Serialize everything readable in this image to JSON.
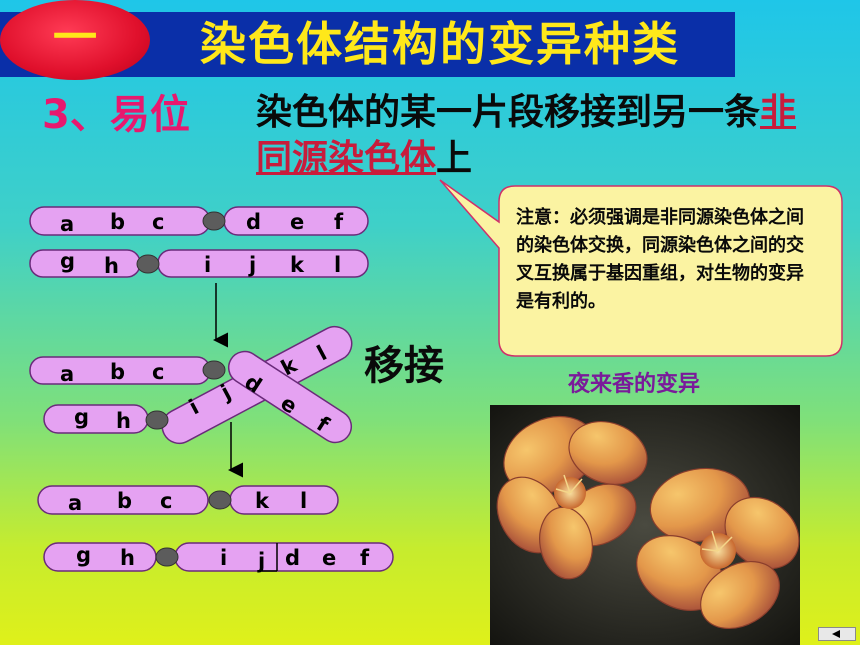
{
  "header": {
    "section_number": "一",
    "title": "染色体结构的变异种类"
  },
  "item": {
    "label": "3、易位"
  },
  "definition": {
    "text_before": "染色体的某一片段移接到另一条",
    "highlight": "非同源染色体",
    "text_after": "上"
  },
  "callout": {
    "text": "注意：必须强调是非同源染色体之间的染色体交换，同源染色体之间的交叉互换属于基因重组，对生物的变异是有利的。"
  },
  "action_label": "移接",
  "photo_caption": "夜来香的变异",
  "stage1": {
    "chrom1_left": [
      "a",
      "b",
      "c"
    ],
    "chrom1_right": [
      "d",
      "e",
      "f"
    ],
    "chrom2_left": [
      "g",
      "h"
    ],
    "chrom2_right": [
      "i",
      "j",
      "k",
      "l"
    ]
  },
  "stage2": {
    "chrom1_left": [
      "a",
      "b",
      "c"
    ],
    "cross_a": [
      "i",
      "j",
      "k",
      "l"
    ],
    "cross_b": [
      "d",
      "e",
      "f"
    ],
    "chrom2_left": [
      "g",
      "h"
    ]
  },
  "stage3": {
    "chrom1_left": [
      "a",
      "b",
      "c"
    ],
    "chrom1_right": [
      "k",
      "l"
    ],
    "chrom2_left": [
      "g",
      "h"
    ],
    "chrom2_right_a": [
      "i",
      "j"
    ],
    "chrom2_right_b": [
      "d",
      "e",
      "f"
    ]
  },
  "colors": {
    "header_bar": "#0a2fa8",
    "title": "#ffe81a",
    "oval": "#e0102c",
    "item_label": "#e8186e",
    "highlight": "#c81c3c",
    "chromosome": "#e5a2f2",
    "callout_bg": "#fbf3a2",
    "callout_border": "#d0306a"
  }
}
